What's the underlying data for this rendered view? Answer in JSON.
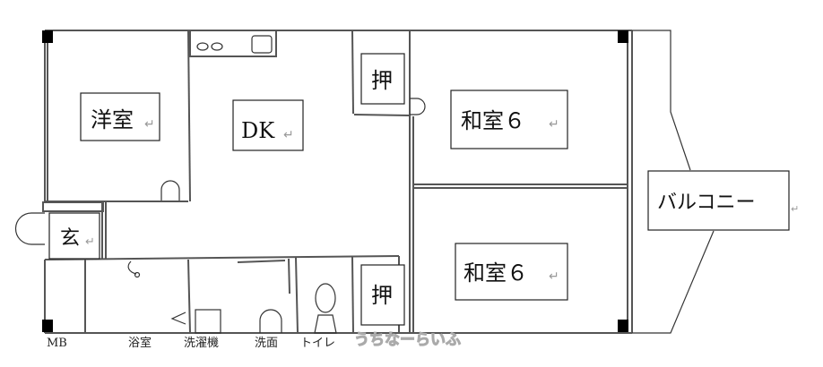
{
  "rooms": {
    "western": "洋室",
    "dk": "DK",
    "closet_top": "押",
    "closet_bottom": "押",
    "japanese_1": "和室６",
    "japanese_2": "和室６",
    "entrance": "玄",
    "balcony": "バルコニー"
  },
  "bottom_labels": {
    "mb": "MB",
    "bath": "浴室",
    "washer": "洗濯機",
    "washroom": "洗面",
    "toilet": "トイレ"
  },
  "return_mark": "↵",
  "watermark": "うちなーらいふ"
}
